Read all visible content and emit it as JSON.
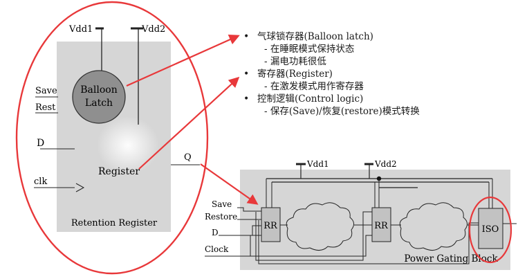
{
  "retention_register": {
    "title": "Retention Register",
    "vdd1": "Vdd1",
    "vdd2": "Vdd2",
    "balloon_line1": "Balloon",
    "balloon_line2": "Latch",
    "save": "Save",
    "rest": "Rest",
    "d": "D",
    "clk": "clk",
    "register": "Register",
    "q": "Q"
  },
  "notes": [
    {
      "bullet": "气球锁存器(Balloon latch)",
      "subs": [
        "- 在睡眠模式保持状态",
        "- 漏电功耗很低"
      ]
    },
    {
      "bullet": "寄存器(Register)",
      "subs": [
        "- 在激发模式用作寄存器"
      ]
    },
    {
      "bullet": "控制逻辑(Control logic)",
      "subs": [
        "- 保存(Save)/恢复(restore)模式转换"
      ]
    }
  ],
  "power_gating_block": {
    "title": "Power Gating Block",
    "vdd1": "Vdd1",
    "vdd2": "Vdd2",
    "save": "Save",
    "restore": "Restore",
    "d": "D",
    "clock": "Clock",
    "rr1": "RR",
    "rr2": "RR",
    "iso": "ISO"
  },
  "colors": {
    "highlight_red": "#e8383a",
    "panel_gray": "#d6d6d6",
    "balloon_fill": "#8f8f8f",
    "block_fill": "#c2c2c2",
    "line": "#222222"
  }
}
